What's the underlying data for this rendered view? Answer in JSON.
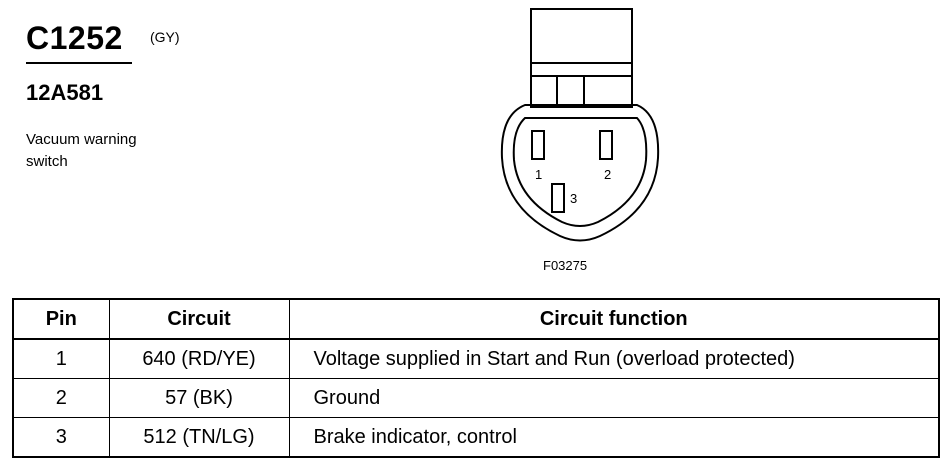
{
  "connector": {
    "id": "C1252",
    "color_code": "(GY)",
    "part_number": "12A581",
    "description_lines": [
      "Vacuum warning",
      "switch"
    ],
    "pin_labels": [
      "1",
      "2",
      "3"
    ],
    "figure_code": "F03275"
  },
  "table": {
    "headers": [
      "Pin",
      "Circuit",
      "Circuit function"
    ],
    "rows": [
      {
        "pin": "1",
        "circuit": "640 (RD/YE)",
        "function": "Voltage supplied in Start and Run (overload protected)"
      },
      {
        "pin": "2",
        "circuit": "57 (BK)",
        "function": "Ground"
      },
      {
        "pin": "3",
        "circuit": "512 (TN/LG)",
        "function": "Brake indicator, control"
      }
    ]
  }
}
